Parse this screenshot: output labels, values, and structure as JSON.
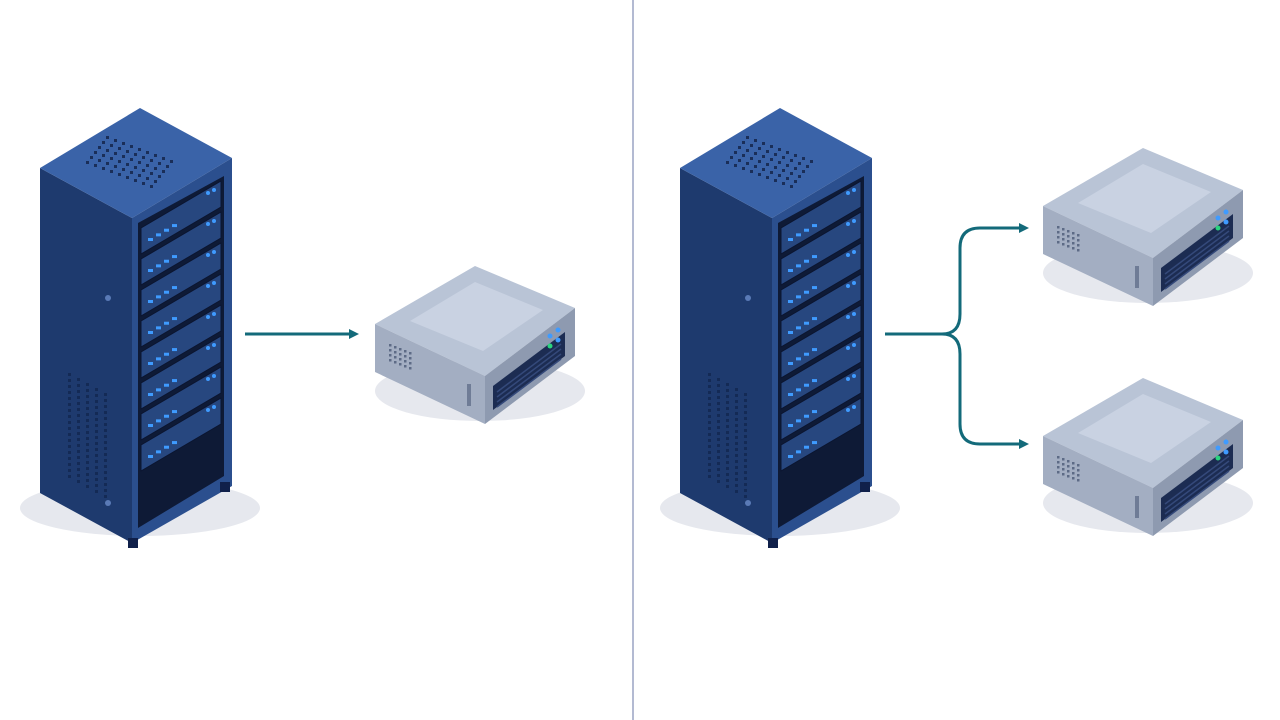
{
  "panels": [
    {
      "id": "left",
      "relation": "one-to-one",
      "source": {
        "kind": "rack-server",
        "rack_units": 8
      },
      "targets": [
        {
          "kind": "server-box"
        }
      ]
    },
    {
      "id": "right",
      "relation": "one-to-two",
      "source": {
        "kind": "rack-server",
        "rack_units": 8
      },
      "targets": [
        {
          "kind": "server-box"
        },
        {
          "kind": "server-box"
        }
      ]
    }
  ],
  "colors": {
    "background": "#ffffff",
    "divider": "#9aa3c4",
    "rack_front": "#2b4f8e",
    "rack_side": "#1e3a6e",
    "rack_top": "#3a63a8",
    "rack_face": "#0e1a36",
    "rack_unit": "#27477f",
    "led_blue": "#3f9bff",
    "server_top": "#b9c4d6",
    "server_top_panel": "#c9d2e2",
    "server_front": "#8e9ab0",
    "server_side": "#a3aec2",
    "server_vent": "#1c2c52",
    "led_green": "#2bd47f",
    "arrow": "#136a7a",
    "shadow": "#e6e8ee"
  }
}
